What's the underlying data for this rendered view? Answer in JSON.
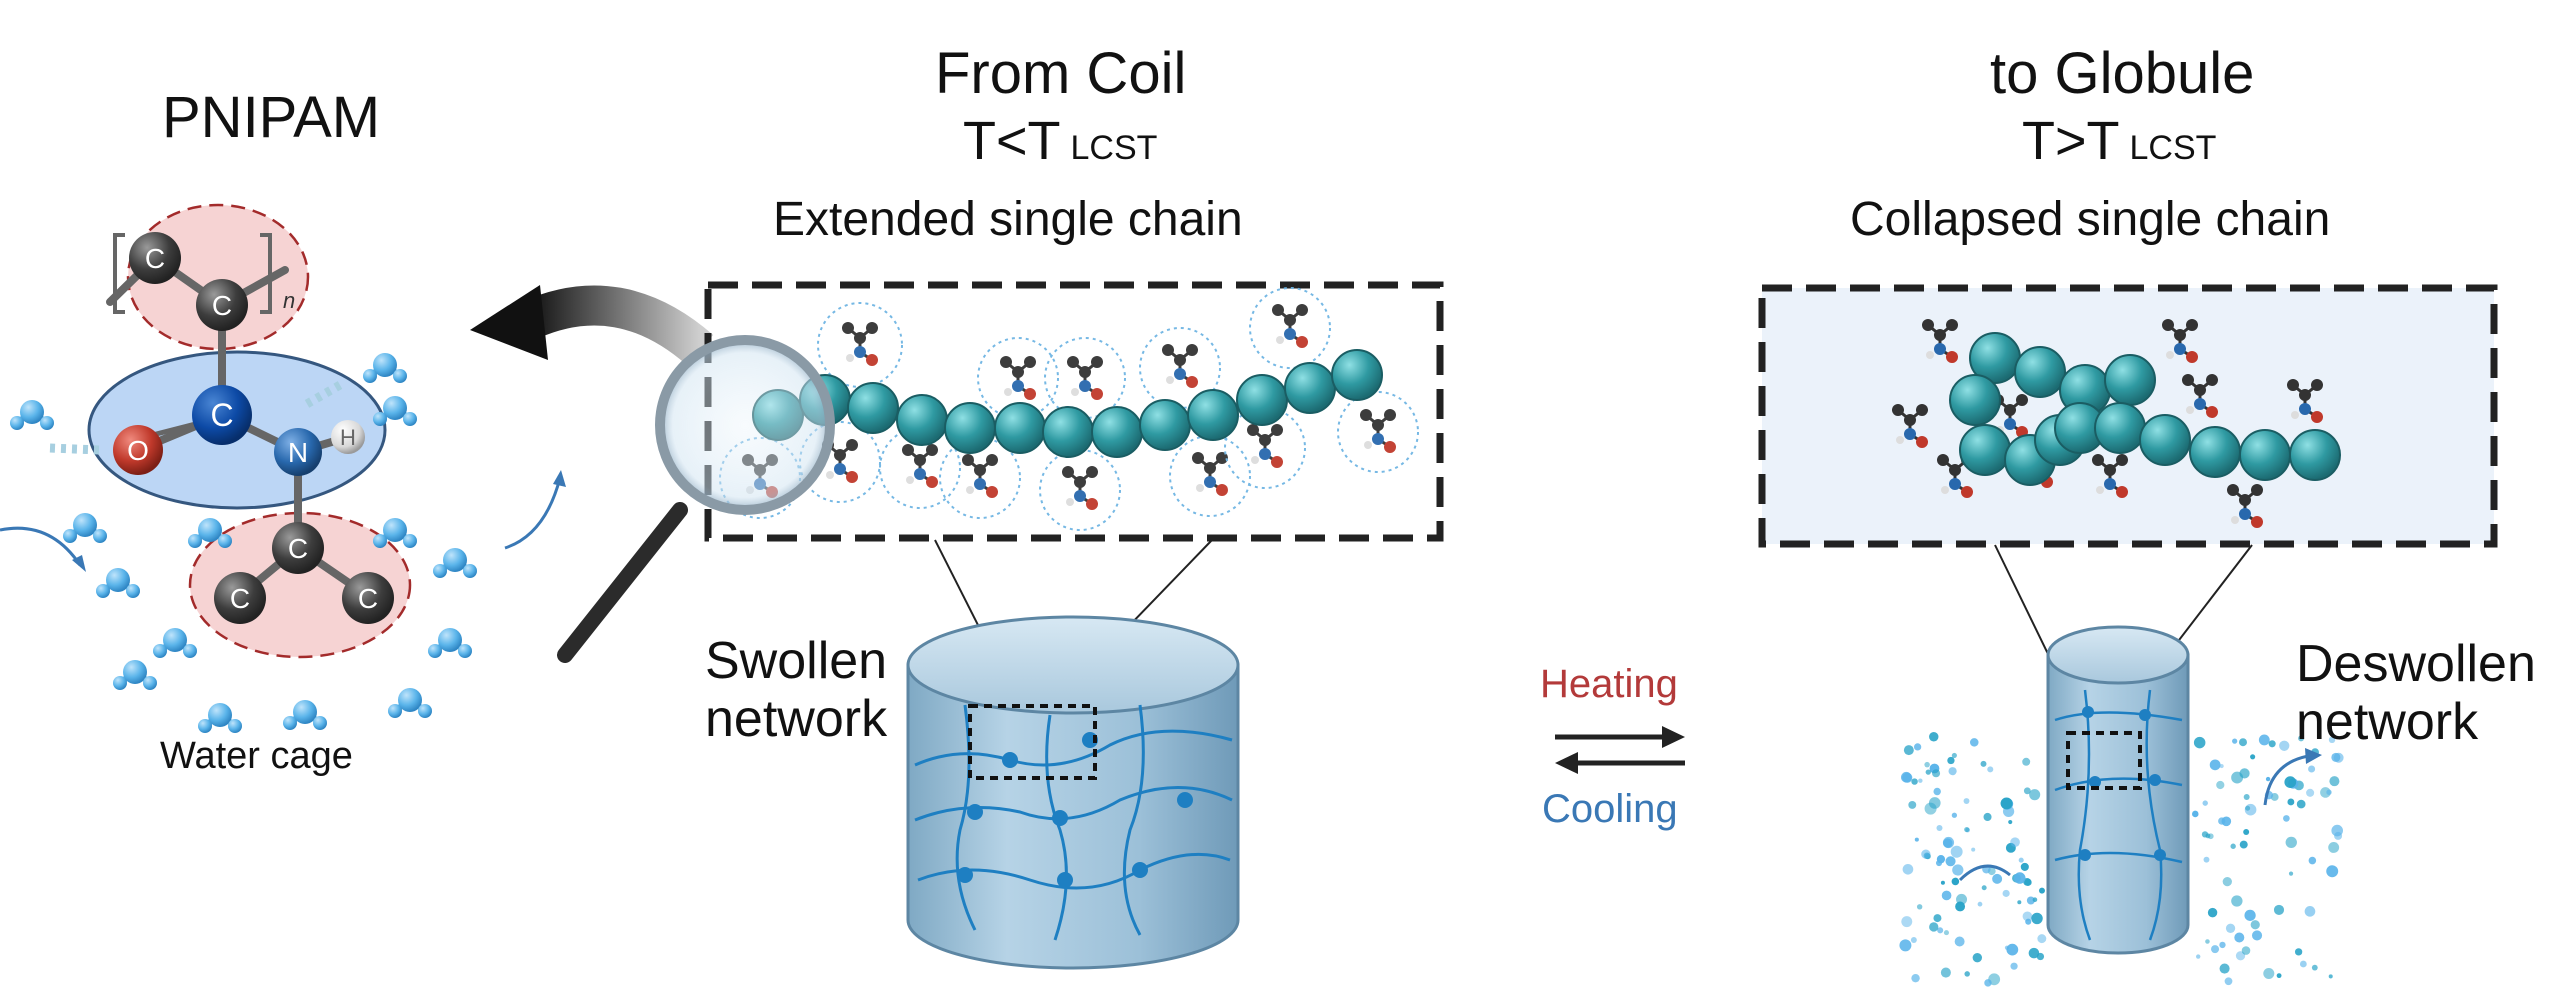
{
  "polymer": {
    "name": "PNIPAM",
    "atom_c": "C",
    "atom_o": "O",
    "atom_n": "N",
    "atom_h": "H",
    "repeat_n": "n",
    "water_cage_label": "Water cage"
  },
  "coil": {
    "heading": "From Coil",
    "temp_main": "T<T",
    "temp_sub": "LCST",
    "description": "Extended single chain",
    "network_line1": "Swollen",
    "network_line2": "network"
  },
  "globule": {
    "heading": "to Globule",
    "temp_main": "T>T",
    "temp_sub": "LCST",
    "description": "Collapsed single chain",
    "network_line1": "Deswollen",
    "network_line2": "network"
  },
  "transition": {
    "heating_label": "Heating",
    "cooling_label": "Cooling"
  },
  "colors": {
    "heating": "#b33a3a",
    "cooling": "#3a78b5",
    "bead": "#2f9aa2",
    "water": "#5ab4ea",
    "carbon": "#3d3d3d",
    "nitrogen": "#2868ad",
    "oxygen": "#c0392b",
    "amide_highlight": "#bcd6f5",
    "carbon_highlight": "#f6d3d3"
  }
}
